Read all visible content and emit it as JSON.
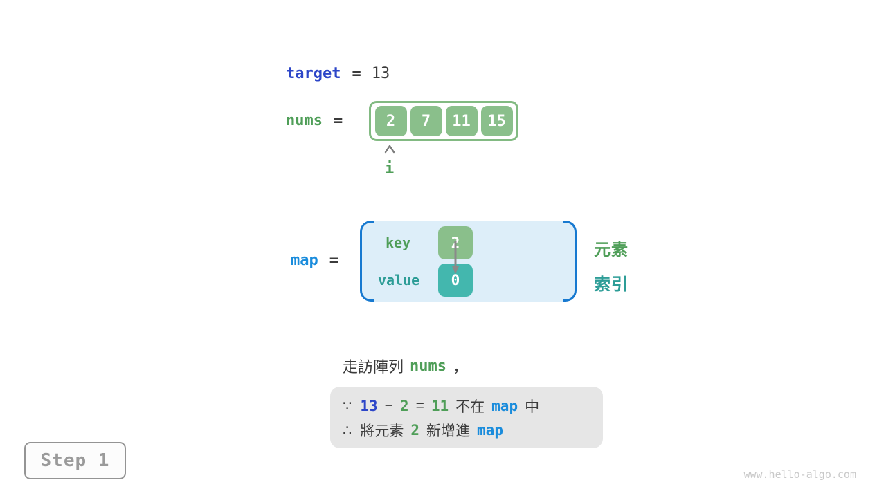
{
  "colors": {
    "indigo_code": "#2d46c8",
    "azure_code": "#1a8cdc",
    "green_code": "#4f9e58",
    "green_fill": "#8abf8b",
    "teal_code": "#2d9d97",
    "teal_fill": "#43b7ae",
    "map_container_fill": "#ddeef9",
    "map_bracket": "#1779d0",
    "conclusion_fill": "#e6e6e6",
    "text_dark": "#3b3b3b"
  },
  "target": {
    "label": "target",
    "equals": "=",
    "value": "13"
  },
  "nums": {
    "label": "nums",
    "equals": "=",
    "cells": [
      "2",
      "7",
      "11",
      "15"
    ],
    "pointer_label": "i"
  },
  "map": {
    "label": "map",
    "equals": "=",
    "key_label": "key",
    "key_value": "2",
    "value_label": "value",
    "value_value": "0",
    "side_element_label": "元素",
    "side_index_label": "索引"
  },
  "sentence": {
    "prefix": "走訪陣列",
    "code": "nums",
    "suffix": "，"
  },
  "conclusion": {
    "line1": {
      "because": "∵",
      "target_num": "13",
      "minus": "−",
      "element_num": "2",
      "equals": "=",
      "diff_num": "11",
      "not_in_text": "不在",
      "map_code": "map",
      "in_text": "中"
    },
    "line2": {
      "therefore": "∴",
      "add_text": "將元素",
      "element_num": "2",
      "into_text": "新增進",
      "map_code": "map"
    }
  },
  "step": {
    "label": "Step 1"
  },
  "watermark": {
    "text": "www.hello-algo.com"
  }
}
